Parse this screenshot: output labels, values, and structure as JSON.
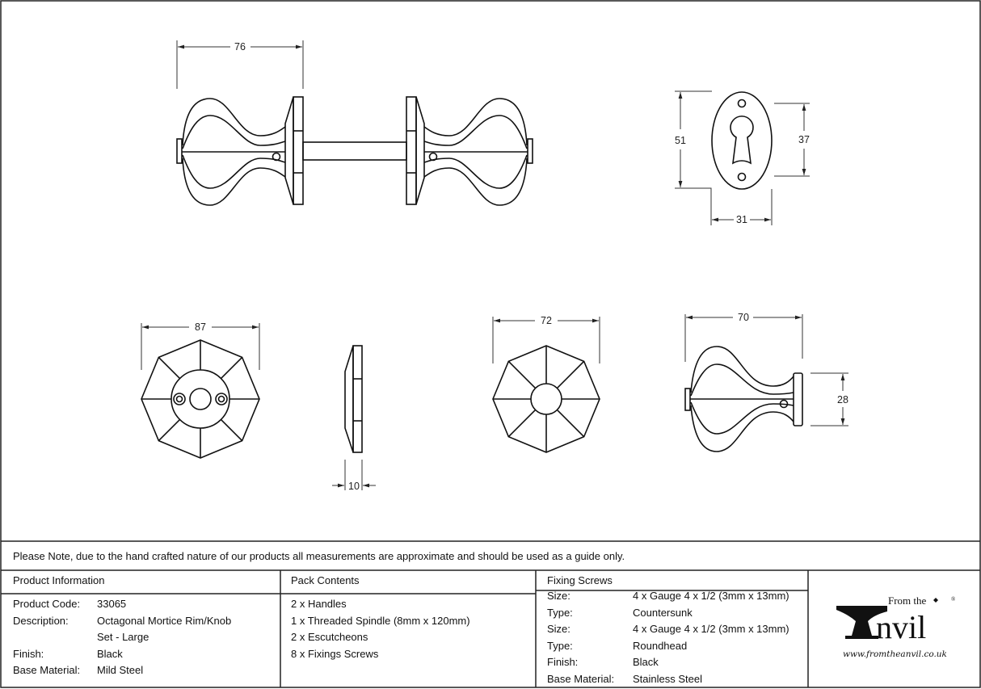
{
  "dimensions": {
    "knob_set_width": "76",
    "keyhole_height": "51",
    "keyhole_inner_height": "37",
    "keyhole_width": "31",
    "escutcheon_diameter": "87",
    "escutcheon_thickness": "10",
    "knob_diameter": "72",
    "knob_projection": "70",
    "knob_base": "28"
  },
  "note": "Please Note, due to the hand crafted nature of our products all measurements are approximate and should be used as a guide only.",
  "product_info": {
    "title": "Product Information",
    "rows": [
      {
        "label": "Product Code:",
        "value": "33065"
      },
      {
        "label": "Description:",
        "value": "Octagonal Mortice Rim/Knob"
      },
      {
        "label": "",
        "value": "Set - Large"
      },
      {
        "label": "Finish:",
        "value": "Black"
      },
      {
        "label": "Base Material:",
        "value": "Mild Steel"
      }
    ]
  },
  "pack_contents": {
    "title": "Pack Contents",
    "items": [
      "2 x Handles",
      "1 x Threaded Spindle (8mm x 120mm)",
      "2 x Escutcheons",
      "8 x Fixings Screws"
    ]
  },
  "fixing_screws": {
    "title": "Fixing Screws",
    "rows": [
      {
        "label": "Size:",
        "value": "4 x Gauge 4 x 1/2 (3mm x 13mm)"
      },
      {
        "label": "Type:",
        "value": "Countersunk"
      },
      {
        "label": "Size:",
        "value": "4 x Gauge 4 x 1/2 (3mm x 13mm)"
      },
      {
        "label": "Type:",
        "value": "Roundhead"
      },
      {
        "label": "Finish:",
        "value": "Black"
      },
      {
        "label": "Base Material:",
        "value": "Stainless Steel"
      }
    ]
  },
  "logo": {
    "from": "From the",
    "brand": "Anvil",
    "url": "www.fromtheanvil.co.uk"
  }
}
